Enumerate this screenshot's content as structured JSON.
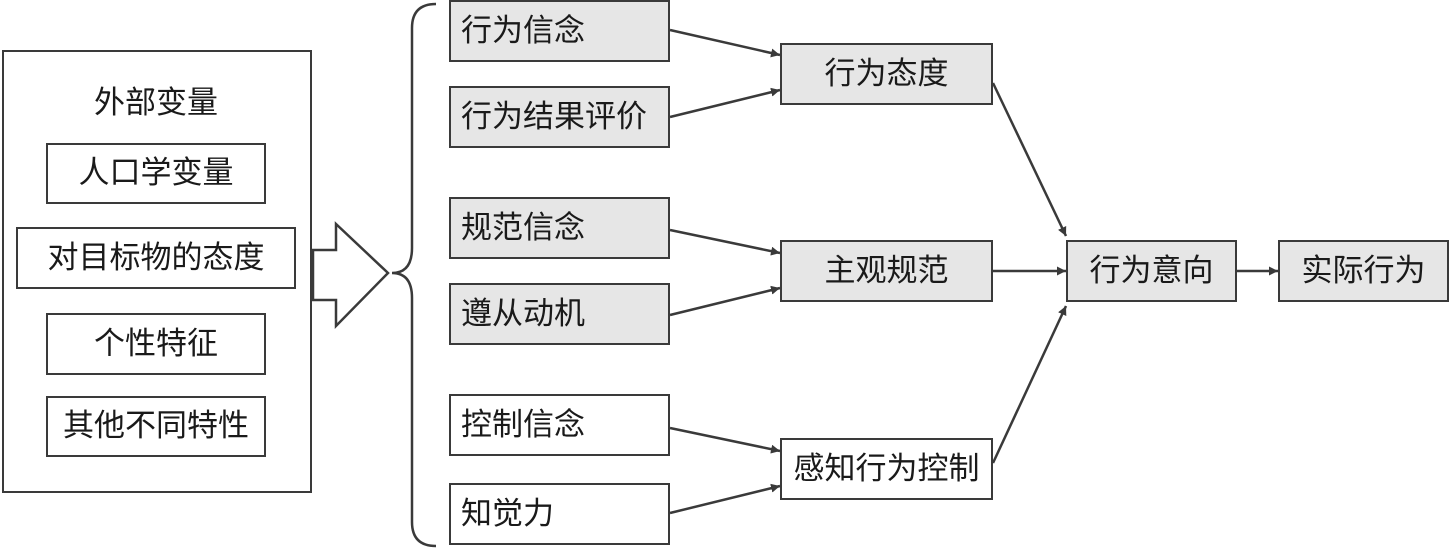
{
  "external": {
    "title": "外部变量",
    "items": [
      "人口学变量",
      "对目标物的态度",
      "个性特征",
      "其他不同特性"
    ]
  },
  "beliefs": {
    "behavioral_belief": "行为信念",
    "outcome_evaluation": "行为结果评价",
    "normative_belief": "规范信念",
    "motivation_to_comply": "遵从动机",
    "control_belief": "控制信念",
    "perceived_power": "知觉力"
  },
  "constructs": {
    "attitude": "行为态度",
    "subjective_norm": "主观规范",
    "perceived_control": "感知行为控制"
  },
  "intention": "行为意向",
  "behavior": "实际行为",
  "colors": {
    "stroke": "#3a3a3a",
    "shaded_fill": "#e6e6e6",
    "plain_fill": "#ffffff"
  }
}
